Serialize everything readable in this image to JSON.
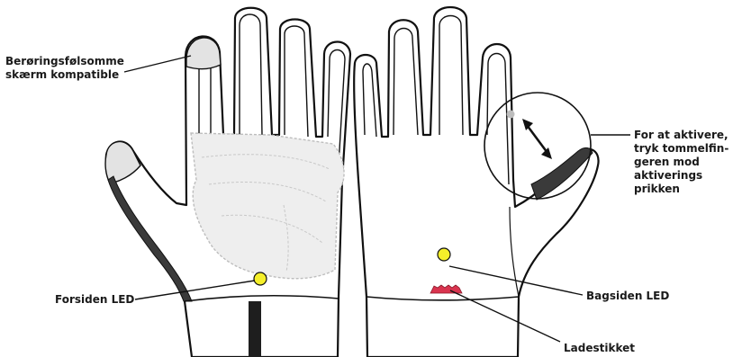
{
  "colors": {
    "outline": "#111111",
    "glove_fill": "#ffffff",
    "padding_fill": "#eeeeee",
    "fingertip_fill": "#e3e3e3",
    "dark_trim": "#3a3a3a",
    "led_yellow": "#f5ef2a",
    "charger_red": "#d9344f",
    "dot_gray": "#bdbdbd"
  },
  "labels": {
    "touchscreen": [
      "Berøringsfølsomme",
      "skærm kompatible"
    ],
    "activate": [
      "For at aktivere,",
      "tryk tommelfin-",
      "geren mod",
      "aktiverings",
      "prikken"
    ],
    "front_led": "Forsiden LED",
    "back_led": "Bagsiden LED",
    "charger": "Ladestikket"
  },
  "icons": {
    "left_glove": "glove-palm-icon",
    "right_glove": "glove-back-icon"
  }
}
